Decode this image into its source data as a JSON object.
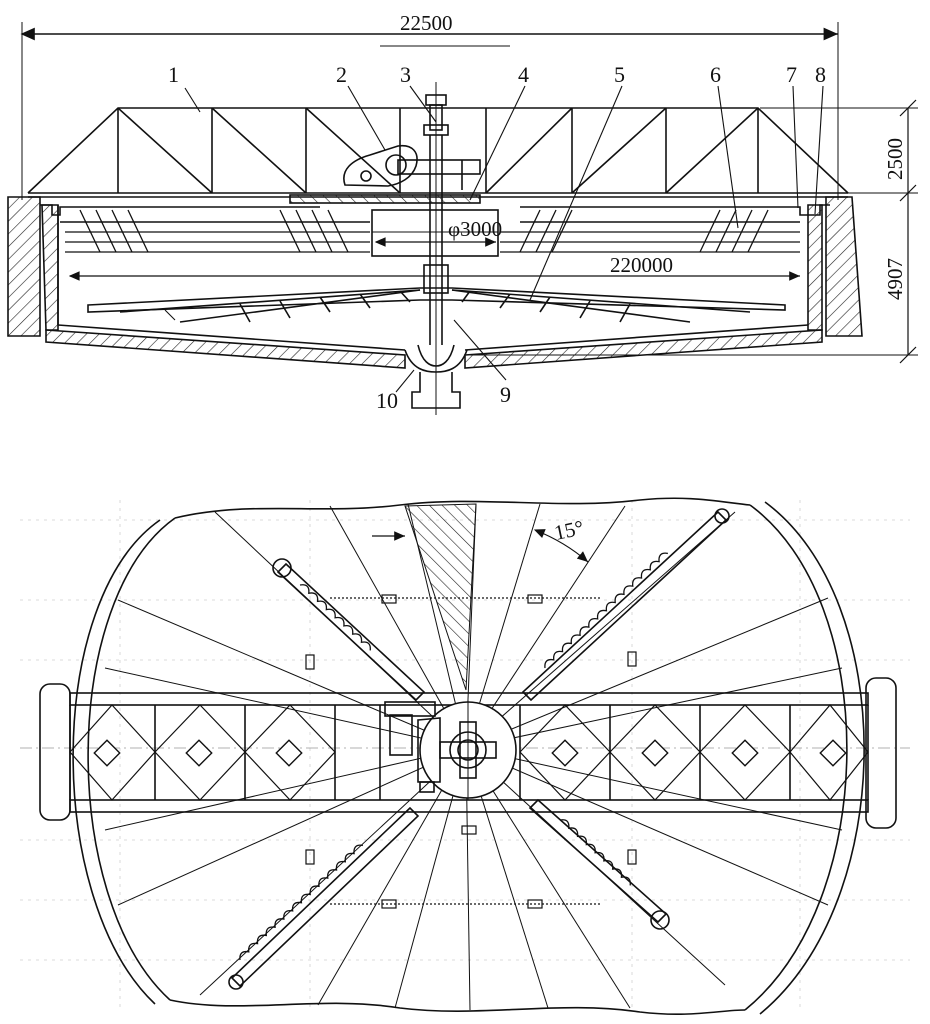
{
  "dimensions": {
    "overall_width": "22500",
    "truss_height": "2500",
    "tank_depth": "4907",
    "center_well_diameter": "φ3000",
    "tank_inner_diameter": "220000",
    "blade_angle": "15°"
  },
  "callouts": [
    "1",
    "2",
    "3",
    "4",
    "5",
    "6",
    "7",
    "8",
    "9",
    "10"
  ]
}
